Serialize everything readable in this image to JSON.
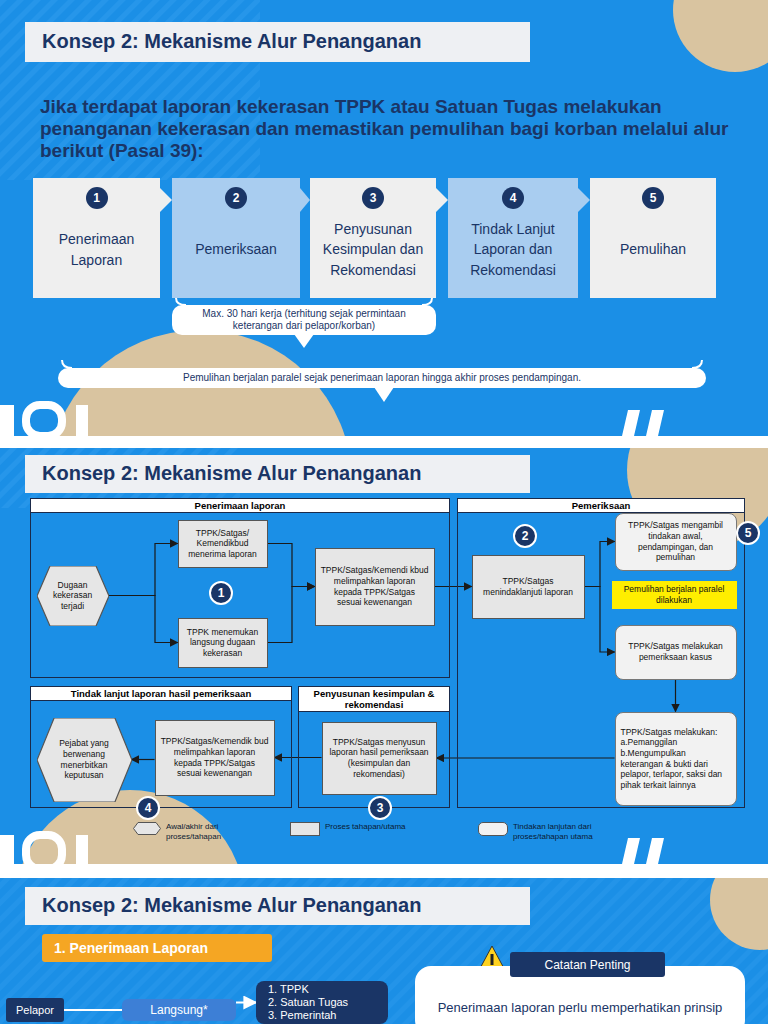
{
  "diagram": {
    "title": "Konsep 2: Mekanisme Alur Penanganan",
    "nodes": [
      {
        "text": [
          "1",
          "Penerimaan Laporan"
        ]
      },
      {
        "text": [
          "2",
          "Pemeriksaan"
        ]
      },
      {
        "text": [
          "3",
          "Penyusunan Kesimpulan dan Rekomendasi"
        ]
      },
      {
        "text": [
          "4",
          "Tindak Lanjut Laporan dan Rekomendasi"
        ]
      },
      {
        "text": [
          "5",
          "Pemulihan"
        ]
      },
      {
        "text": [
          "Max. 30 hari kerja (terhitung sejak permintaan keterangan dari pelapor/korban)"
        ]
      },
      {
        "text": [
          "Pemulihan berjalan paralel sejak penerimaan laporan hingga akhir proses pendampingan."
        ]
      },
      {
        "text": [
          "Penerimaan laporan"
        ]
      },
      {
        "text": [
          "Dugaan kekerasan terjadi"
        ],
        "in": 7
      },
      {
        "text": [
          "TPPK/Satgas/ Kemendikbud menerima laporan"
        ],
        "in": 7
      },
      {
        "text": [
          "TPPK menemukan langsung dugaan kekerasan"
        ],
        "in": 7
      },
      {
        "text": [
          "TPPK/Satgas/Kemendi kbud melimpahkan laporan kepada TPPK/Satgas sesuai kewenangan"
        ],
        "in": 7
      },
      {
        "text": [
          "Pemeriksaan"
        ]
      },
      {
        "text": [
          "TPPK/Satgas menindaklanjuti laporan"
        ],
        "in": 12
      },
      {
        "text": [
          "TPPK/Satgas mengambil tindakan awal, pendampingan, dan pemulihan"
        ],
        "in": 12
      },
      {
        "text": [
          "Pemulihan berjalan paralel dilakukan"
        ],
        "in": 12
      },
      {
        "text": [
          "TPPK/Satgas melakukan pemeriksaan kasus"
        ],
        "in": 12
      },
      {
        "text": [
          "TPPK/Satgas melakukan: a.Pemanggilan b.Mengumpulkan keterangan & bukti dari pelapor, terlapor, saksi dan pihak terkait lainnya"
        ],
        "in": 12
      },
      {
        "text": [
          "Tindak lanjut laporan hasil pemeriksaan"
        ]
      },
      {
        "text": [
          "Pejabat yang berwenang menerbitkan keputusan"
        ],
        "in": 18
      },
      {
        "text": [
          "TPPK/Satgas/Kemendik bud melimpahkan laporan kepada TPPK/Satgas sesuai kewenangan"
        ],
        "in": 18
      },
      {
        "text": [
          "Penyusunan kesimpulan & rekomendasi"
        ]
      },
      {
        "text": [
          "TPPK/Satgas menyusun laporan hasil pemeriksaan (kesimpulan dan rekomendasi)"
        ],
        "in": 21
      },
      {
        "text": [
          "1. Penerimaan Laporan"
        ]
      },
      {
        "text": [
          "Catatan Penting"
        ]
      },
      {
        "text": [
          "Penerimaan laporan perlu memperhatikan prinsip"
        ]
      },
      {
        "text": [
          "Pelapor"
        ]
      },
      {
        "text": [
          "Langsung*"
        ]
      },
      {
        "text": [
          "1. TPPK",
          "2. Satuan Tugas",
          "3. Pemerintah"
        ]
      }
    ],
    "edges": [
      {
        "from": 8,
        "to": 9,
        "arrow": "to"
      },
      {
        "from": 8,
        "to": 10,
        "arrow": "to"
      },
      {
        "from": 9,
        "to": 11,
        "arrow": "to"
      },
      {
        "from": 10,
        "to": 11,
        "arrow": "to"
      },
      {
        "from": 11,
        "to": 13,
        "arrow": "to"
      },
      {
        "from": 13,
        "to": 14,
        "arrow": "to"
      },
      {
        "from": 13,
        "to": 16,
        "arrow": "to"
      },
      {
        "from": 16,
        "to": 17,
        "arrow": "to"
      },
      {
        "from": 17,
        "to": 22,
        "arrow": "to"
      },
      {
        "from": 22,
        "to": 20,
        "arrow": "to"
      },
      {
        "from": 20,
        "to": 19,
        "arrow": "to"
      },
      {
        "from": 26,
        "to": 27,
        "arrow": "none"
      },
      {
        "from": 27,
        "to": 28,
        "arrow": "to"
      }
    ],
    "labels": [
      "Jika terdapat laporan kekerasan TPPK atau Satuan Tugas melakukan penanganan kekerasan dan memastikan pemulihan bagi korban melalui alur berikut (Pasal 39):",
      "Konsep 2: Mekanisme Alur Penanganan",
      "Konsep 2: Mekanisme Alur Penanganan",
      "1",
      "2",
      "3",
      "4",
      "5"
    ],
    "legend": [
      {
        "text": "Awal/akhir dari proses/tahapan"
      },
      {
        "text": "Proses tahapan/utama",
        "color": "#e6e6e6"
      },
      {
        "text": "Tindakan lanjutan dari proses/tahapan utama",
        "color": "#f2f2f2"
      }
    ]
  }
}
